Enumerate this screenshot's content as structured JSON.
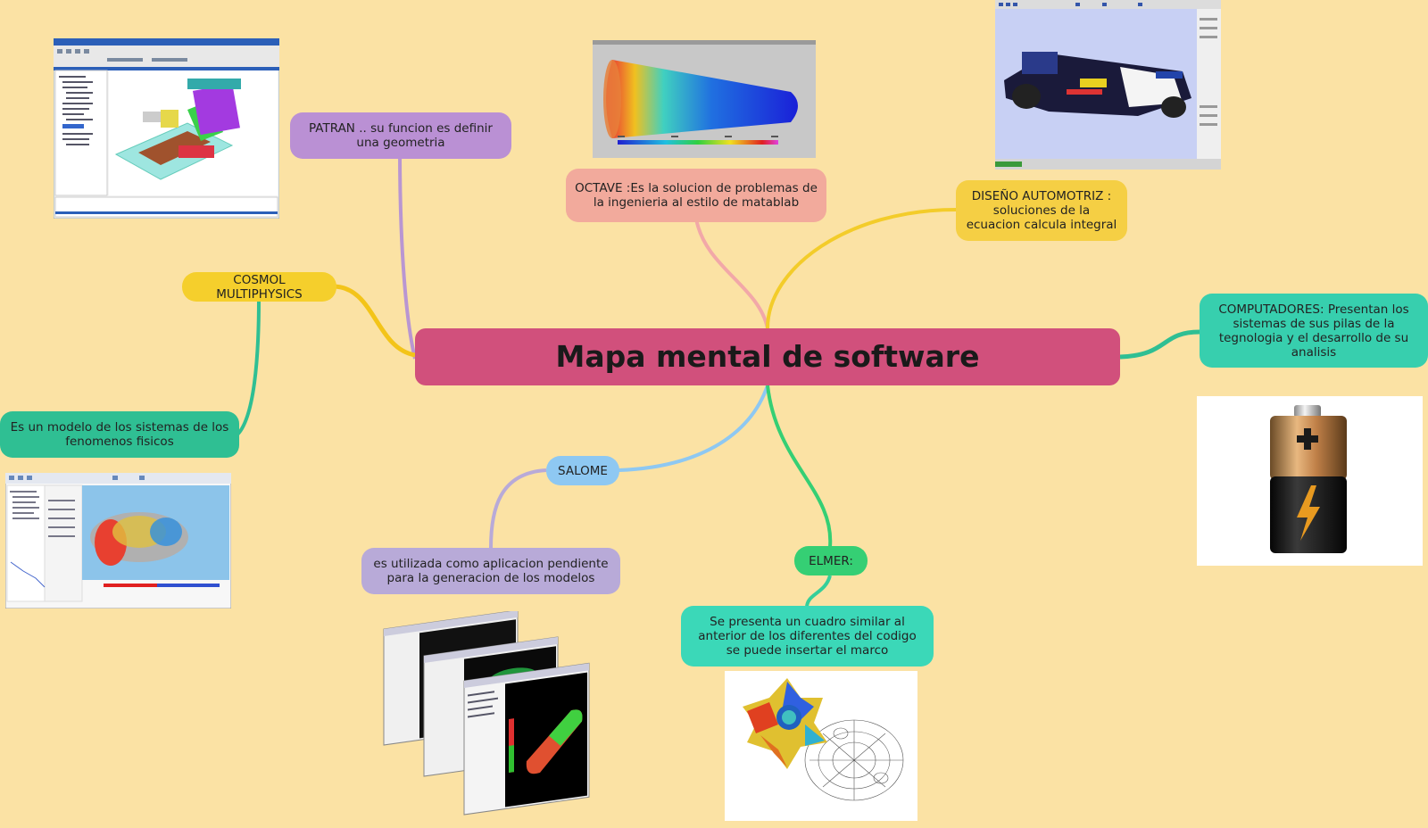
{
  "central": {
    "title": "Mapa mental de software",
    "color": "#d1507c"
  },
  "nodes": {
    "patran": {
      "label": "PATRAN .. su funcion es definir una geometria",
      "color": "#ba90d4"
    },
    "octave": {
      "label": "OCTAVE :Es la solucion de problemas de la ingenieria al estilo de matablab",
      "color": "#f2aa9c"
    },
    "diseno": {
      "label": "DISEÑO AUTOMOTRIZ : soluciones de la ecuacion calcula integral",
      "color": "#f5cf44"
    },
    "computadores": {
      "label": "COMPUTADORES: Presentan los sistemas de sus pilas de la tegnologia y el desarrollo de su analisis",
      "color": "#37cfae"
    },
    "cosmol": {
      "label": "COSMOL MULTIPHYSICS",
      "color": "#f5cf2c"
    },
    "cosmol_desc": {
      "label": "Es un modelo de los sistemas de los fenomenos fisicos",
      "color": "#2fbf93"
    },
    "salome": {
      "label": "SALOME",
      "color": "#8ec8f2"
    },
    "salome_desc": {
      "label": "es utilizada como aplicacion pendiente para la generacion de los modelos",
      "color": "#b8aad8"
    },
    "elmer": {
      "label": "ELMER:",
      "color": "#35cf74"
    },
    "elmer_desc": {
      "label": "Se presenta un cuadro similar al anterior de los diferentes del codigo se puede insertar el marco",
      "color": "#3bd8b8"
    }
  },
  "images": {
    "patran": "patran-screenshot",
    "octave": "octave-cone-plot",
    "diseno": "race-car-cad",
    "computadores": "battery-icon",
    "cosmol": "comsol-screenshot",
    "salome": "salome-windows-stack",
    "elmer": "elmer-fem-mesh"
  }
}
